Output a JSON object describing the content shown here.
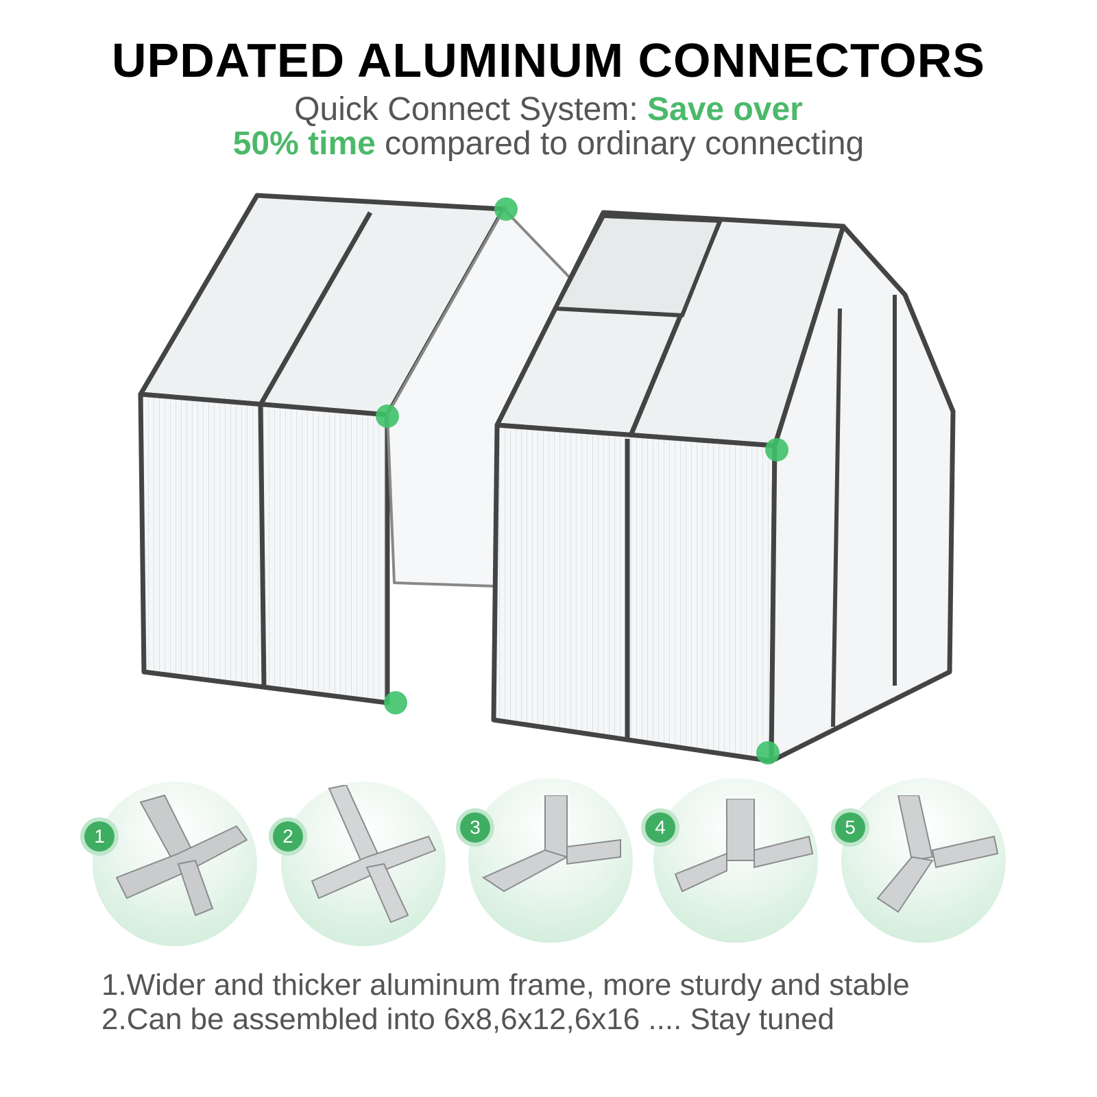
{
  "header": {
    "title": "UPDATED ALUMINUM CONNECTORS",
    "subtitle_line1_plain": "Quick Connect System: ",
    "subtitle_line1_green": "Save over",
    "subtitle_line2_green": "50% time",
    "subtitle_line2_plain": " compared to ordinary connecting"
  },
  "accent_color": "#4cb96a",
  "connectors": [
    {
      "number": "1",
      "shape": "cross"
    },
    {
      "number": "2",
      "shape": "cross"
    },
    {
      "number": "3",
      "shape": "tee-angle"
    },
    {
      "number": "4",
      "shape": "tee"
    },
    {
      "number": "5",
      "shape": "tee-angle"
    }
  ],
  "notes": [
    "1.Wider and thicker aluminum frame, more sturdy and stable",
    "2.Can be assembled into 6x8,6x12,6x16 .... Stay tuned"
  ]
}
